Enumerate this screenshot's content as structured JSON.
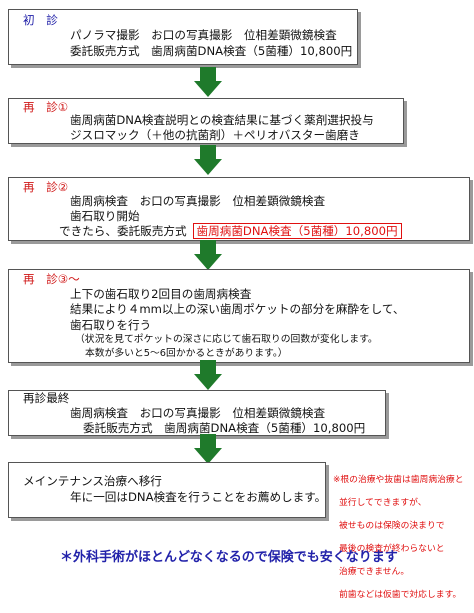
{
  "steps": [
    {
      "title": "初　診",
      "lines": [
        "パノラマ撮影　お口の写真撮影　位相差顕微鏡検査",
        "委託販売方式　歯周病菌DNA検査（5菌種）10,800円"
      ]
    },
    {
      "title": "再　診①",
      "lines": [
        "歯周病菌DNA検査説明との検査結果に基づく薬剤選択投与",
        "ジスロマック（＋他の抗菌剤）＋ペリオバスター歯磨き"
      ]
    },
    {
      "title": "再　診②",
      "lines": [
        "歯周病検査　お口の写真撮影　位相差顕微鏡検査",
        "歯石取り開始",
        "できたら、委託販売方式"
      ],
      "highlight": "歯周病菌DNA検査（5菌種）10,800円"
    },
    {
      "title": "再　診③～",
      "lines": [
        "上下の歯石取り2回目の歯周病検査",
        "結果により４mm以上の深い歯周ポケットの部分を麻酔をして、",
        "歯石取りを行う",
        "（状況を見てポケットの深さに応じて歯石取りの回数が変化します。",
        "本数が多いと5～6回かかるときがあります。）"
      ]
    },
    {
      "title": "再診最終",
      "lines": [
        "歯周病検査　お口の写真撮影　位相差顕微鏡検査",
        "委託販売方式　歯周病菌DNA検査（5菌種）10,800円"
      ]
    },
    {
      "title": "メインテナンス治療へ移行",
      "lines": [
        "年に一回はDNA検査を行うことをお薦めします。"
      ]
    }
  ],
  "note": "※根の治療や抜歯は歯周病治療と並行してできますが、被せものは保険の決まりで最後の検査が終わらないと治療できません。前歯などは仮歯で対応します。",
  "note_lines": [
    "※根の治療や抜歯は歯周病治療と",
    "並行してできますが、",
    "被せものは保険の決まりで",
    "最後の検査が終わらないと",
    "治療できません。",
    "前歯などは仮歯で対応します。"
  ],
  "footer": "＊外科手術がほとんどなくなるので保険でも安くなります",
  "colors": {
    "arrow": "#1f7a2b",
    "heading_blue": "#1a1aa6",
    "heading_red": "#d01818",
    "accent_red": "#e01010"
  }
}
